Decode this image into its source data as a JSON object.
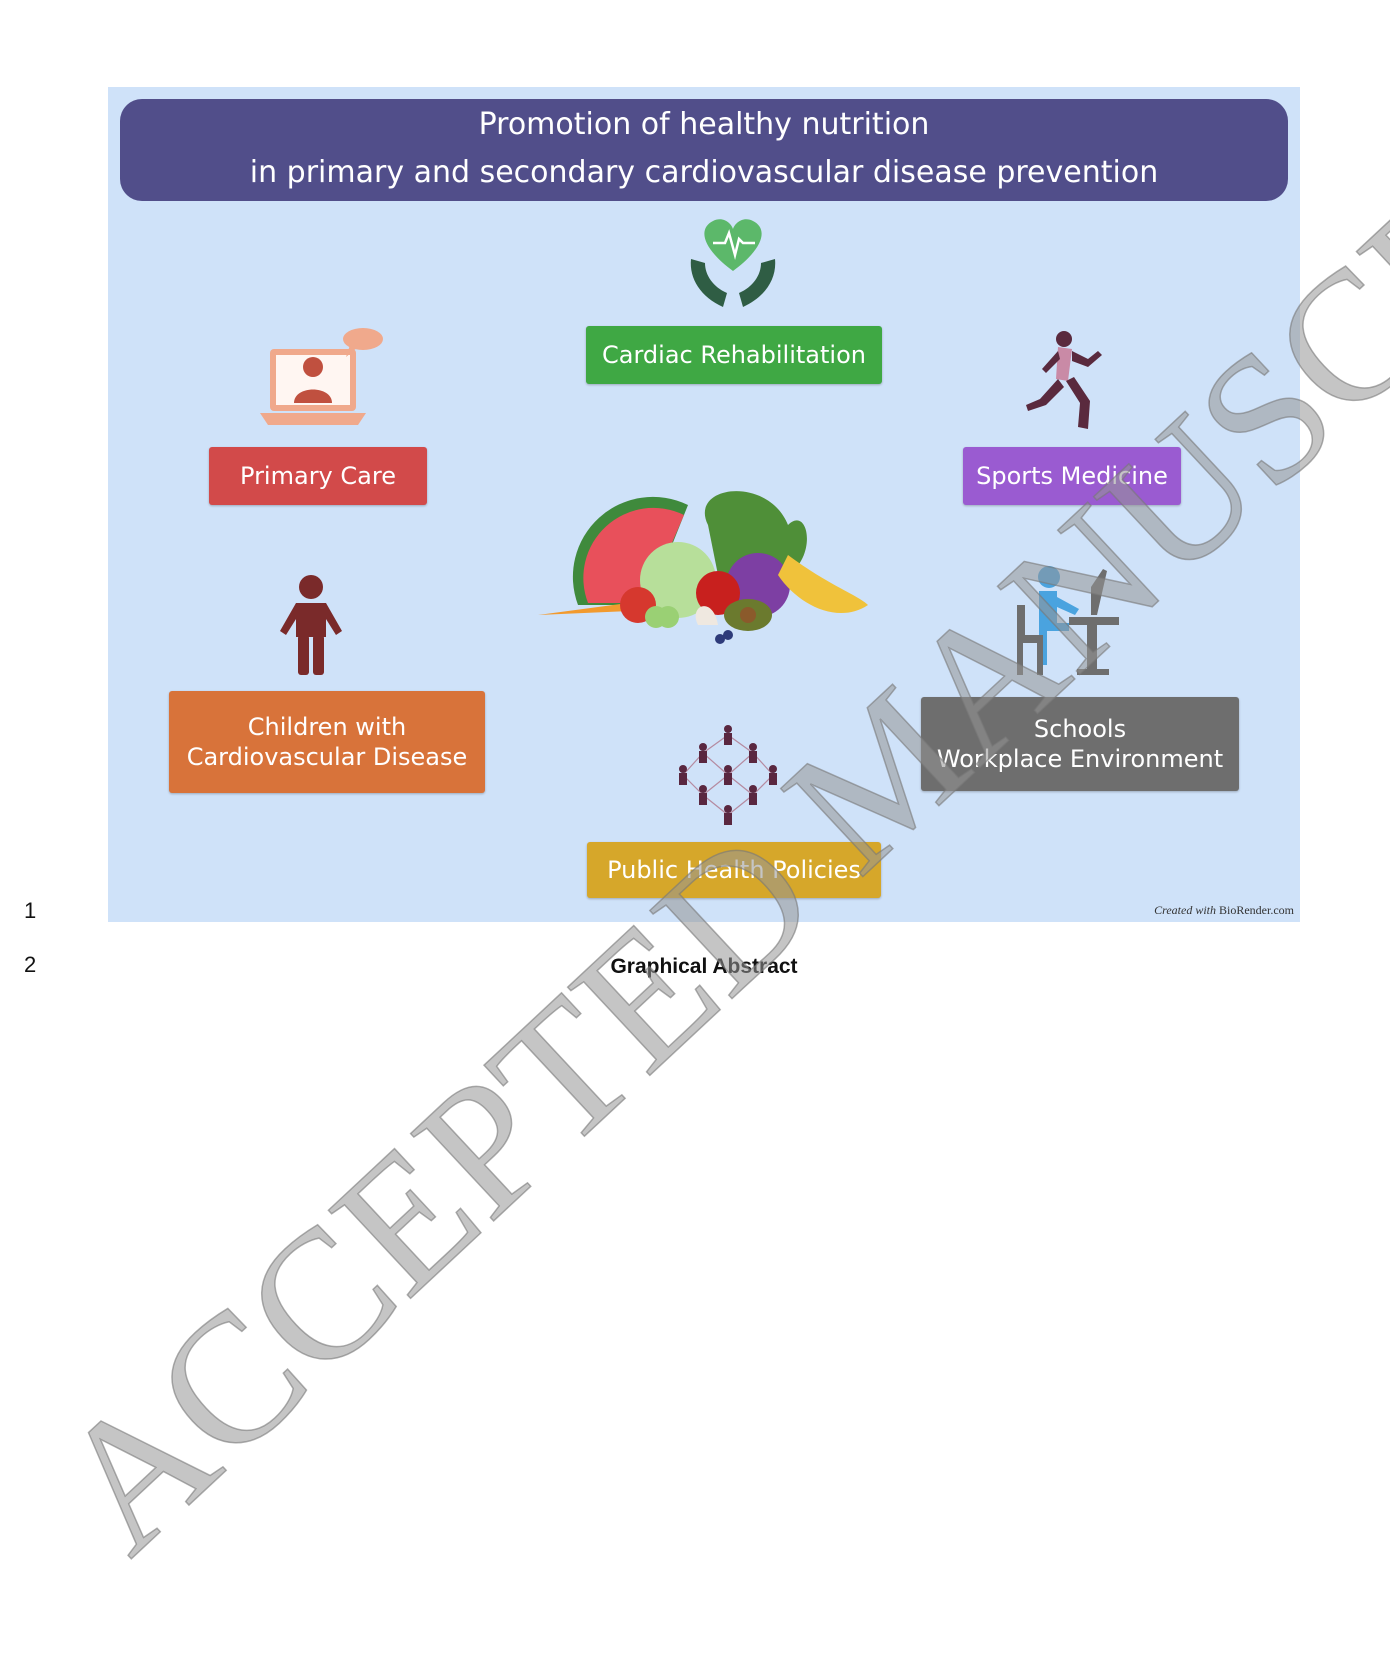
{
  "line_numbers": [
    "1",
    "2"
  ],
  "banner": {
    "line1": "Promotion of healthy nutrition",
    "line2": "in primary and secondary cardiovascular disease prevention"
  },
  "nodes": {
    "cardiac_rehab": "Cardiac Rehabilitation",
    "primary_care": "Primary Care",
    "sports_medicine": "Sports Medicine",
    "children_l1": "Children with",
    "children_l2": "Cardiovascular Disease",
    "schools_l1": "Schools",
    "schools_l2": "Workplace Environment",
    "public_health": "Public Health Policies"
  },
  "credit": {
    "prefix": "Created with",
    "brand": "BioRender.com"
  },
  "caption": "Graphical Abstract",
  "watermark": "ACCEPTED MANUSCRIPT",
  "colors": {
    "background": "#cfe2f9",
    "banner": "#514e8a",
    "cardiac_rehab": "#3fa844",
    "primary_care": "#d24a4a",
    "sports_medicine": "#9a5bd1",
    "children": "#d8733a",
    "schools": "#6e6e6e",
    "public_health": "#d6a72a"
  },
  "icons": [
    "heart-hands-icon",
    "telehealth-laptop-icon",
    "runner-icon",
    "child-icon",
    "desk-worker-icon",
    "community-network-icon",
    "fruit-vegetable-icon"
  ]
}
